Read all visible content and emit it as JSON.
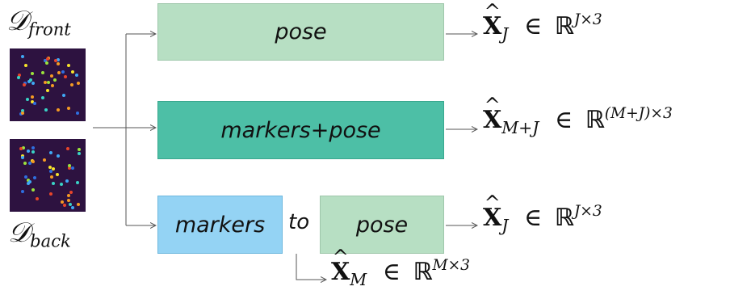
{
  "diagram": {
    "inputs": {
      "front_label": {
        "symbol": "𝒟",
        "sub": "front"
      },
      "back_label": {
        "symbol": "𝒟",
        "sub": "back"
      }
    },
    "boxes": {
      "pose_top": {
        "label": "pose",
        "color": "#b7dfc3"
      },
      "markers_pose": {
        "label": "markers+pose",
        "color": "#4dbfa6"
      },
      "markers": {
        "label": "markers",
        "color": "#94d3f4"
      },
      "pose_bottom": {
        "label": "pose",
        "color": "#b7dfc3"
      }
    },
    "connector_label": "to",
    "outputs": {
      "out_top": {
        "var": "X",
        "sub": "J",
        "in": "∈",
        "set": "ℝ",
        "sup": "J×3"
      },
      "out_middle": {
        "var": "X",
        "sub": "M+J",
        "in": "∈",
        "set": "ℝ",
        "sup": "(M+J)×3"
      },
      "out_bottom": {
        "var": "X",
        "sub": "J",
        "in": "∈",
        "set": "ℝ",
        "sup": "J×3"
      },
      "out_markers": {
        "var": "X",
        "sub": "M",
        "in": "∈",
        "set": "ℝ",
        "sup": "M×3"
      }
    },
    "hat": "^"
  }
}
